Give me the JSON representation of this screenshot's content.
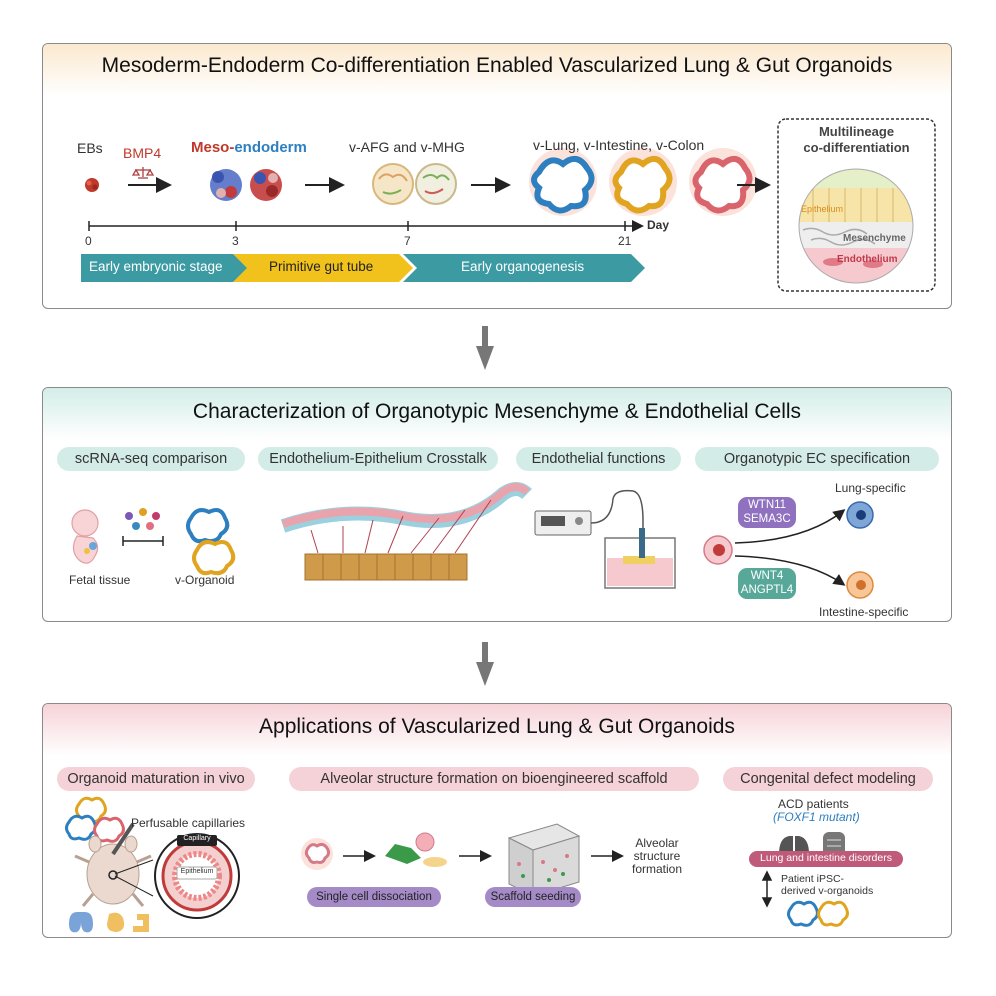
{
  "panel1": {
    "title": "Mesoderm-Endoderm Co-differentiation  Enabled Vascularized Lung & Gut Organoids",
    "ebs": "EBs",
    "bmp4": "BMP4",
    "meso": "Meso-",
    "endoderm": "endoderm",
    "stage2": "v-AFG and v-MHG",
    "stage3": "v-Lung, v-Intestine, v-Colon",
    "timeline_unit": "Day",
    "ticks": [
      "0",
      "3",
      "7",
      "21"
    ],
    "phases": [
      "Early embryonic stage",
      "Primitive gut tube",
      "Early organogenesis"
    ],
    "box_title_1": "Multilineage",
    "box_title_2": "co-differentiation",
    "layers": [
      "Epithelium",
      "Mesenchyme",
      "Endothelium"
    ]
  },
  "panel2": {
    "title": "Characterization of Organotypic Mesenchyme & Endothelial Cells",
    "pills": [
      "scRNA-seq comparison",
      "Endothelium-Epithelium Crosstalk",
      "Endothelial functions",
      "Organotypic EC specification"
    ],
    "fetal": "Fetal tissue",
    "vorganoid": "v-Organoid",
    "lung_specific": "Lung-specific",
    "intestine_specific": "Intestine-specific",
    "lung_genes": [
      "WTN11",
      "SEMA3C"
    ],
    "int_genes": [
      "WNT4",
      "ANGPTL4"
    ]
  },
  "panel3": {
    "title": "Applications of Vascularized Lung & Gut Organoids",
    "pills": [
      "Organoid maturation in vivo",
      "Alveolar structure formation on bioengineered scaffold",
      "Congenital defect modeling"
    ],
    "perfusable": "Perfusable capillaries",
    "capillary": "Capillary",
    "epithelium": "Epithelium",
    "single_cell": "Single cell dissociation",
    "scaffold": "Scaffold seeding",
    "alveolar": [
      "Alveolar",
      "structure",
      "formation"
    ],
    "acd": "ACD patients",
    "foxf1": "FOXF1 mutant",
    "disorders": "Lung and intestine disorders",
    "patient": [
      "Patient iPSC-",
      "derived v-organoids"
    ]
  }
}
